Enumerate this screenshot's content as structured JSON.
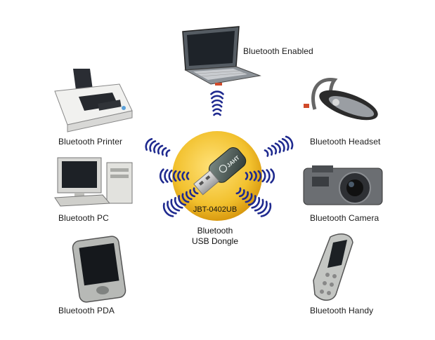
{
  "hub": {
    "model": "JBT-0402UB",
    "brand": "JAHT",
    "caption_line1": "Bluetooth",
    "caption_line2": "USB Dongle",
    "color": "#f2c12e"
  },
  "devices": [
    {
      "label": "Bluetooth Enabled",
      "icon": "laptop-icon"
    },
    {
      "label": "Bluetooth Printer",
      "icon": "printer-icon"
    },
    {
      "label": "Bluetooth Headset",
      "icon": "headset-icon"
    },
    {
      "label": "Bluetooth PC",
      "icon": "desktop-pc-icon"
    },
    {
      "label": "Bluetooth Camera",
      "icon": "camera-icon"
    },
    {
      "label": "Bluetooth PDA",
      "icon": "pda-icon"
    },
    {
      "label": "Bluetooth Handy",
      "icon": "mobile-phone-icon"
    }
  ],
  "colors": {
    "wave": "#1f2a8f",
    "hub": "#f2c12e"
  }
}
